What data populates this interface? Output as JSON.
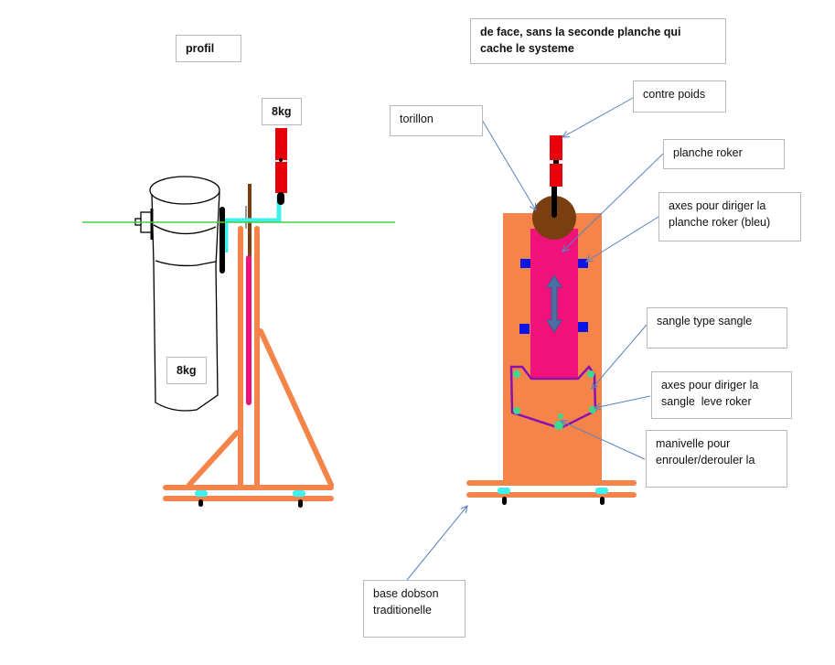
{
  "title": "Dobson telescope counterweight / rocker lift system sketch",
  "colors": {
    "wood": "#f4844a",
    "counterweight": "#e8000b",
    "rocker_board": "#f0127a",
    "axis_blue": "#0a14e6",
    "axis_green": "#3cd98f",
    "strap": "#8a10b0",
    "trunnion": "#7a3f10",
    "cyan_arm": "#3ff0ee",
    "horizon_line": "#44d044",
    "leader": "#5a82c0",
    "arrow": "#4a6fa5"
  },
  "views": {
    "profile": {
      "title": "profil",
      "counterweight_label": "8kg",
      "tube_label": "8kg"
    },
    "front": {
      "title": "de face, sans la seconde planche qui cache le systeme",
      "callouts": [
        {
          "id": "torillon",
          "text": "torillon"
        },
        {
          "id": "contre-poids",
          "text": "contre poids"
        },
        {
          "id": "planche-roker",
          "text": "planche roker"
        },
        {
          "id": "axes-planche",
          "text": "axes pour diriger la planche roker (bleu)"
        },
        {
          "id": "sangle",
          "text": "sangle type sangle"
        },
        {
          "id": "axes-sangle",
          "text": "axes pour diriger la sangle  leve roker"
        },
        {
          "id": "manivelle",
          "text": "manivelle pour enrouler/derouler la"
        },
        {
          "id": "base",
          "text": "base dobson traditionelle"
        }
      ]
    }
  }
}
